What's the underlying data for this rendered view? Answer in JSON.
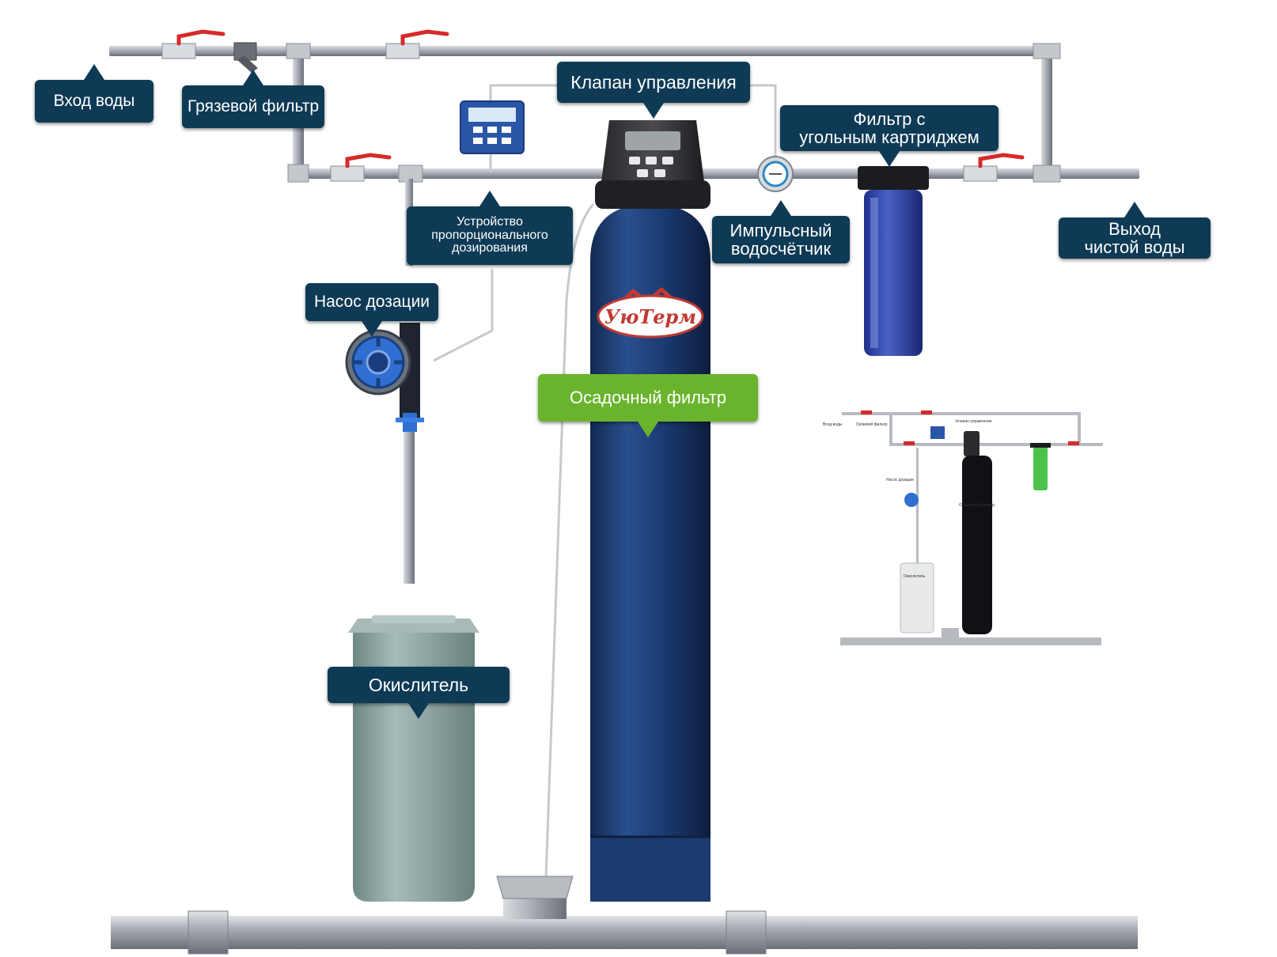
{
  "labels": {
    "water_inlet": "Вход воды",
    "mud_filter": "Грязевой фильтр",
    "control_valve": "Клапан управления",
    "carbon_filter": [
      "Фильтр с",
      "угольным картриджем"
    ],
    "proportional_dosing": [
      "Устройство",
      "пропорционального",
      "дозирования"
    ],
    "pulse_meter": [
      "Импульсный",
      "водосчётчик"
    ],
    "clean_water_outlet": [
      "Выход",
      "чистой воды"
    ],
    "dosing_pump": "Насос дозации",
    "sediment_filter": "Осадочный фильтр",
    "oxidizer": "Окислитель"
  },
  "brand_logo_text": "УюТерм",
  "colors": {
    "callout_bg": "#0e3a55",
    "callout_green": "#6ab42d",
    "pipe": "#a6abb2",
    "tank": "#1d3f78",
    "oxidizer_tank": "#8fa6a3",
    "valve_handle": "#d62a2a"
  },
  "icons": [
    "ball-valve-icon",
    "mud-filter-icon",
    "controller-icon",
    "pulse-meter-icon",
    "dosing-pump-icon",
    "logo-badge-icon"
  ]
}
